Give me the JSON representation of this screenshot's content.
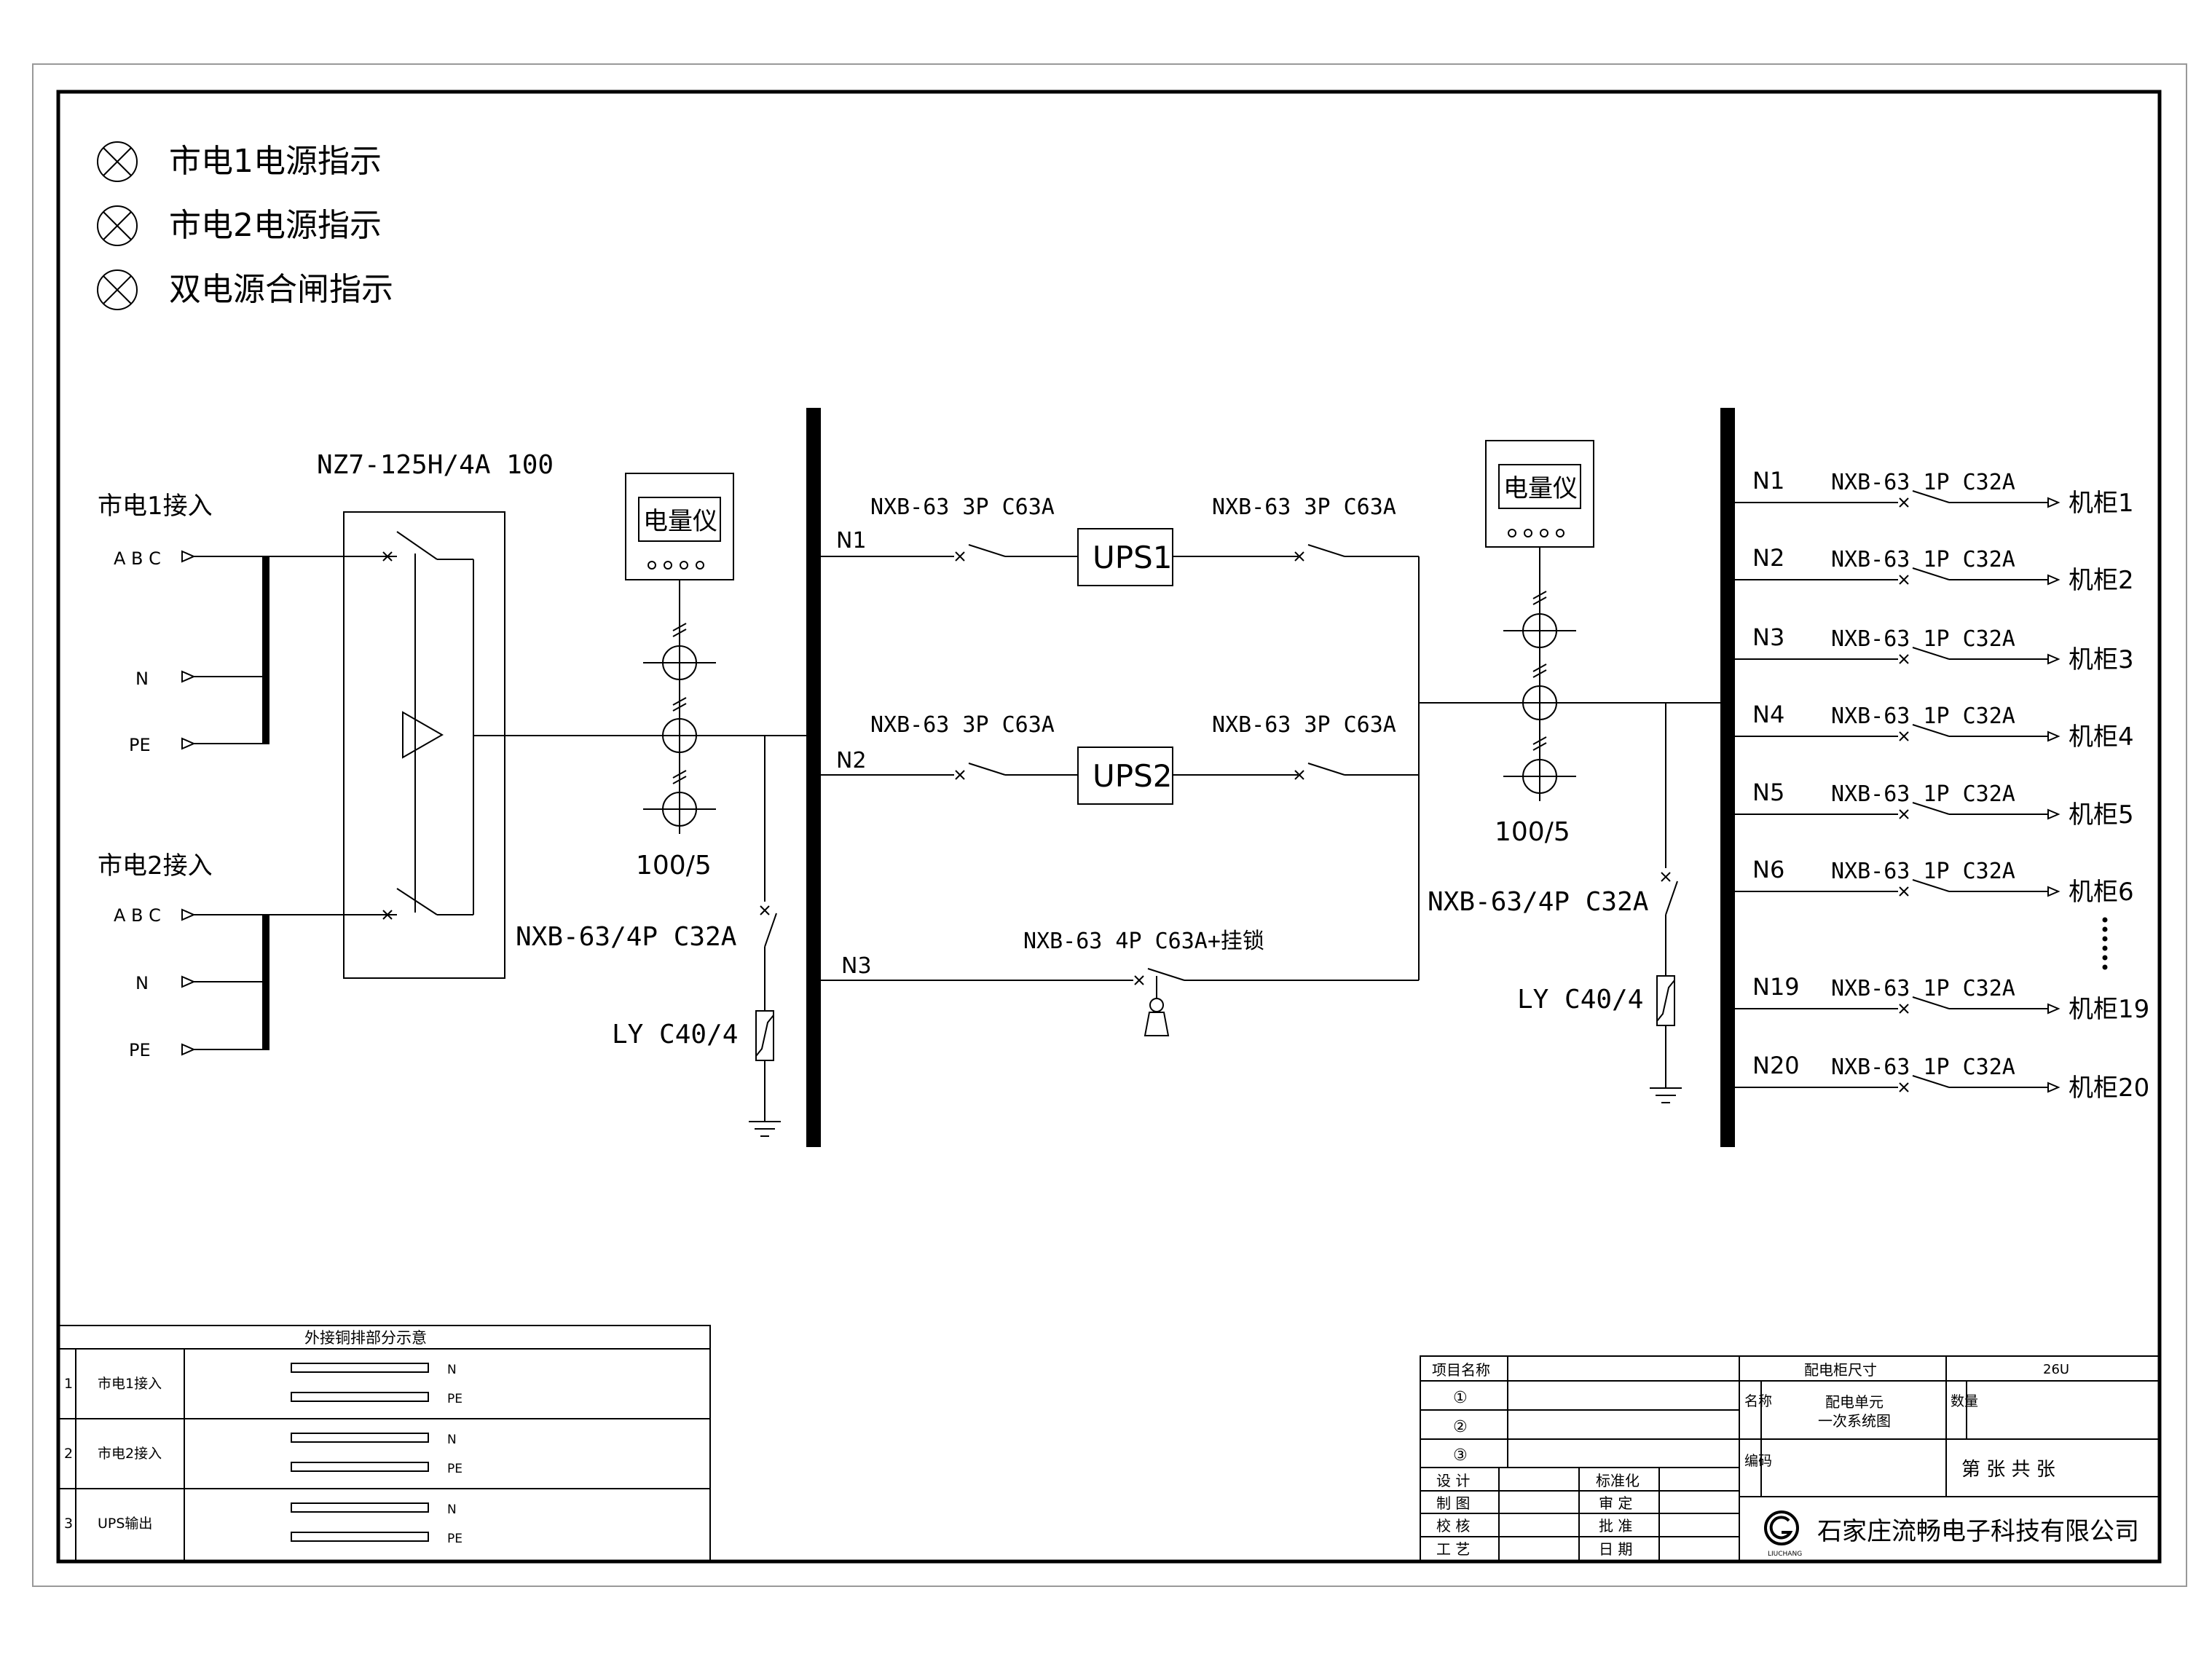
{
  "legend": {
    "items": [
      "市电1电源指示",
      "市电2电源指示",
      "双电源合闸指示"
    ]
  },
  "inputs": {
    "mains1_title": "市电1接入",
    "mains2_title": "市电2接入",
    "abc": "A B C",
    "n": "N",
    "pe": "PE"
  },
  "ats": {
    "model": "NZ7-125H/4A 100"
  },
  "meter_label": "电量仪",
  "ct_ratio": "100/5",
  "left_breaker": "NXB-63/4P C32A",
  "right_breaker": "NXB-63/4P C32A",
  "spd": "LY C40/4",
  "ups_branches": {
    "n1": "N1",
    "n2": "N2",
    "n3": "N3",
    "breaker_3p": "NXB-63 3P C63A",
    "ups1": "UPS1",
    "ups2": "UPS2",
    "bypass": "NXB-63 4P C63A+挂锁"
  },
  "outputs": {
    "breaker": "NXB-63 1P C32A",
    "items": [
      {
        "id": "N1",
        "cabinet": "机柜1"
      },
      {
        "id": "N2",
        "cabinet": "机柜2"
      },
      {
        "id": "N3",
        "cabinet": "机柜3"
      },
      {
        "id": "N4",
        "cabinet": "机柜4"
      },
      {
        "id": "N5",
        "cabinet": "机柜5"
      },
      {
        "id": "N6",
        "cabinet": "机柜6"
      },
      {
        "id": "N19",
        "cabinet": "机柜19"
      },
      {
        "id": "N20",
        "cabinet": "机柜20"
      }
    ]
  },
  "busbar_table": {
    "title": "外接铜排部分示意",
    "rows": [
      {
        "no": "1",
        "name": "市电1接入",
        "bars": [
          "N",
          "PE"
        ]
      },
      {
        "no": "2",
        "name": "市电2接入",
        "bars": [
          "N",
          "PE"
        ]
      },
      {
        "no": "3",
        "name": "UPS输出",
        "bars": [
          "N",
          "PE"
        ]
      }
    ]
  },
  "title_block": {
    "project_label": "项目名称",
    "marks": [
      "①",
      "②",
      "③"
    ],
    "size_label": "配电柜尺寸",
    "size_value": "26U",
    "name_label": "名称",
    "name_value_1": "配电单元",
    "name_value_2": "一次系统图",
    "qty_label": "数量",
    "code_label": "编码",
    "sheet": "第   张 共   张",
    "roles_left": [
      "设 计",
      "制 图",
      "校 核",
      "工 艺"
    ],
    "roles_right": [
      "标准化",
      "审 定",
      "批 准",
      "日 期"
    ],
    "company": "石家庄流畅电子科技有限公司",
    "logo_text": "LIUCHANG"
  }
}
